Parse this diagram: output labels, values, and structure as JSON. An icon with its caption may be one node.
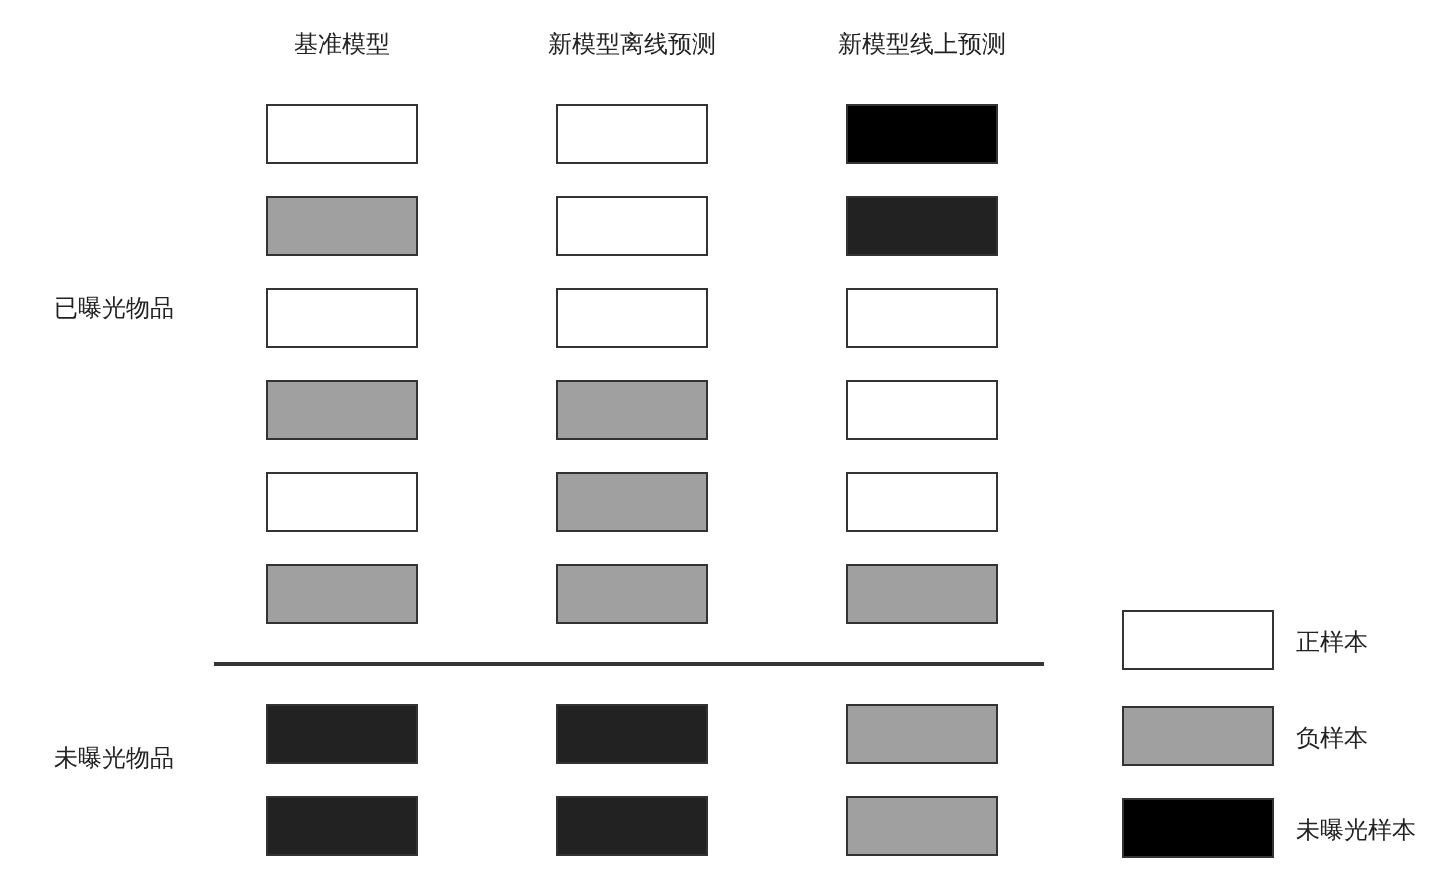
{
  "diagram": {
    "nodes": [
      {
        "text": [],
        "shape": "box"
      },
      {
        "text": [],
        "shape": "box"
      },
      {
        "text": [],
        "shape": "box"
      },
      {
        "text": [],
        "shape": "box"
      },
      {
        "text": [],
        "shape": "box"
      },
      {
        "text": [],
        "shape": "box"
      },
      {
        "text": [],
        "shape": "box"
      },
      {
        "text": [],
        "shape": "box"
      },
      {
        "text": [],
        "shape": "box"
      },
      {
        "text": [],
        "shape": "box"
      },
      {
        "text": [],
        "shape": "box"
      },
      {
        "text": [],
        "shape": "box"
      },
      {
        "text": [],
        "shape": "box"
      },
      {
        "text": [],
        "shape": "box"
      },
      {
        "text": [],
        "shape": "box"
      },
      {
        "text": [],
        "shape": "box"
      },
      {
        "text": [],
        "shape": "box"
      },
      {
        "text": [],
        "shape": "box"
      },
      {
        "text": [],
        "shape": "box"
      },
      {
        "text": [],
        "shape": "box"
      },
      {
        "text": [],
        "shape": "box"
      },
      {
        "text": [],
        "shape": "box"
      },
      {
        "text": [],
        "shape": "box"
      },
      {
        "text": [],
        "shape": "box"
      }
    ],
    "edges": [],
    "labels": [
      "基准模型",
      "新模型离线预测",
      "新模型线上预测",
      "已曝光物品",
      "未曝光物品"
    ],
    "legend": [
      {
        "text": "正样本",
        "color": "#ffffff"
      },
      {
        "text": "负样本",
        "color": "#a0a0a0"
      },
      {
        "text": "未曝光样本",
        "color": "#000000"
      }
    ]
  }
}
